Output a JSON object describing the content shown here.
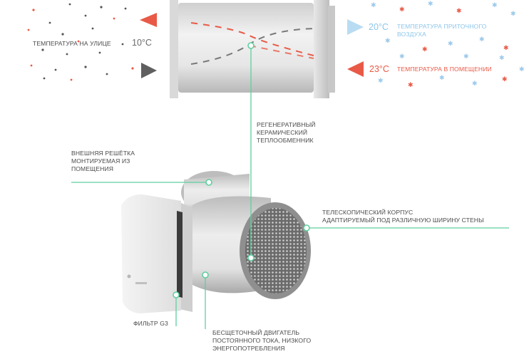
{
  "top_section": {
    "outside_label": "ТЕМПЕРАТУРА НА УЛИЦЕ",
    "outside_temp": "10°C",
    "supply_temp": "20°C",
    "supply_label_line1": "ТЕМПЕРАТУРА ПРИТОЧНОГО",
    "supply_label_line2": "ВОЗДУХА",
    "room_temp": "23°C",
    "room_label": "ТЕМПЕРАТУРА В ПОМЕЩЕНИИ"
  },
  "callouts": {
    "heat_exchanger": [
      "РЕГЕНЕРАТИВНЫЙ",
      "КЕРАМИЧЕСКИЙ",
      "ТЕПЛООБМЕННИК"
    ],
    "grille": [
      "ВНЕШНЯЯ РЕШЁТКА",
      "МОНТИРУЕМАЯ ИЗ",
      "ПОМЕЩЕНИЯ"
    ],
    "housing": [
      "ТЕЛЕСКОПИЧЕСКИЙ КОРПУС",
      "АДАПТИРУЕМЫЙ ПОД РАЗЛИЧНУЮ ШИРИНУ СТЕНЫ"
    ],
    "filter": "ФИЛЬТР G3",
    "motor": [
      "БЕСЩЕТОЧНЫЙ ДВИГАТЕЛЬ",
      "ПОСТОЯННОГО ТОКА, НИЗКОГО",
      "ЭНЕРГОПОТРЕБЛЕНИЯ"
    ]
  },
  "colors": {
    "accent_green": "#5ecf9f",
    "warm": "#e85a47",
    "cold": "#8dc6ea",
    "dark_arrow": "#5f5f5f"
  }
}
